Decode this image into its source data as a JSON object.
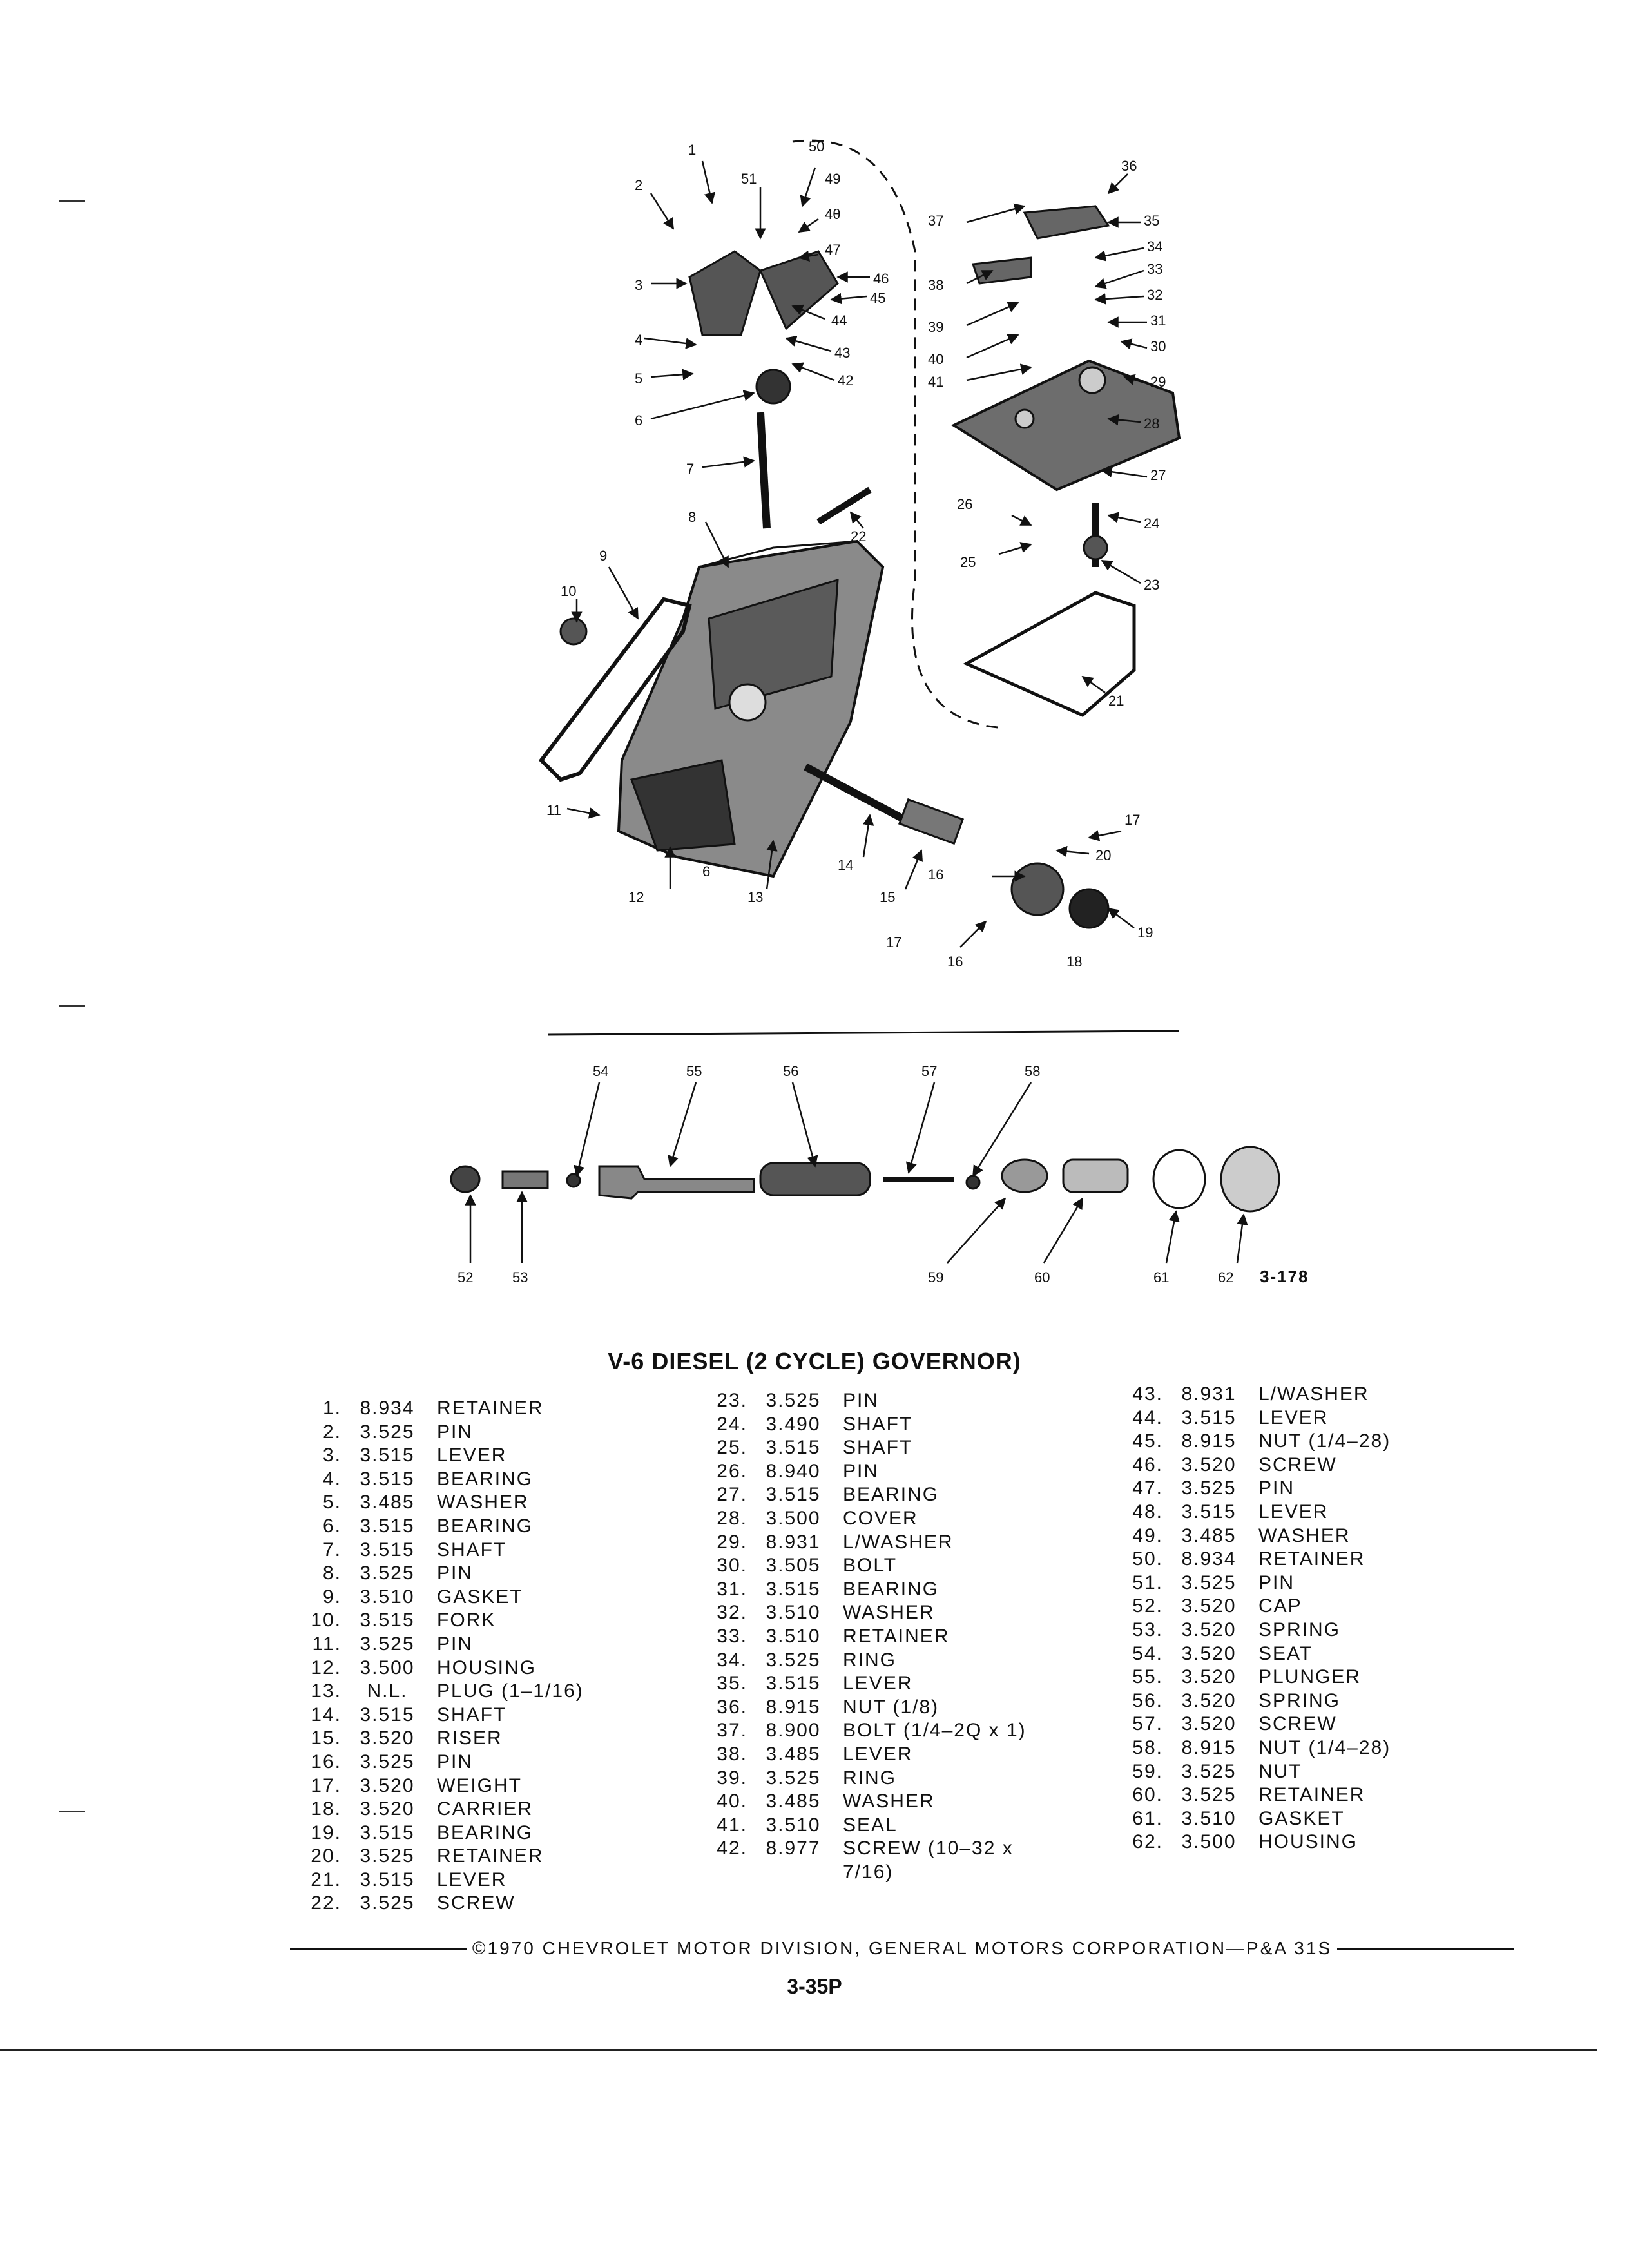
{
  "figure": {
    "callouts": {
      "1": "1",
      "2": "2",
      "3": "3",
      "4": "4",
      "5": "5",
      "6": "6",
      "6b": "6",
      "7": "7",
      "8": "8",
      "9": "9",
      "10": "10",
      "11": "11",
      "12": "12",
      "13": "13",
      "14": "14",
      "15": "15",
      "16": "16",
      "16b": "16",
      "17": "17",
      "17b": "17",
      "18": "18",
      "19": "19",
      "20": "20",
      "21": "21",
      "22": "22",
      "23": "23",
      "24": "24",
      "25": "25",
      "26": "26",
      "27": "27",
      "28": "28",
      "29": "29",
      "30": "30",
      "31": "31",
      "32": "32",
      "33": "33",
      "34": "34",
      "35": "35",
      "36": "36",
      "37": "37",
      "38": "38",
      "39": "39",
      "40": "40",
      "41": "41",
      "42": "42",
      "43": "43",
      "44": "44",
      "45": "45",
      "46": "46",
      "47": "47",
      "48": "4θ",
      "49": "49",
      "50": "50",
      "51": "51",
      "52": "52",
      "53": "53",
      "54": "54",
      "55": "55",
      "56": "56",
      "57": "57",
      "58": "58",
      "59": "59",
      "60": "60",
      "61": "61",
      "62": "62"
    },
    "figure_id": "3-178"
  },
  "title": "V-6 DIESEL (2 CYCLE) GOVERNOR)",
  "parts": [
    {
      "num": "1.",
      "code": "8.934",
      "name": "RETAINER"
    },
    {
      "num": "2.",
      "code": "3.525",
      "name": "PIN"
    },
    {
      "num": "3.",
      "code": "3.515",
      "name": "LEVER"
    },
    {
      "num": "4.",
      "code": "3.515",
      "name": "BEARING"
    },
    {
      "num": "5.",
      "code": "3.485",
      "name": "WASHER"
    },
    {
      "num": "6.",
      "code": "3.515",
      "name": "BEARING"
    },
    {
      "num": "7.",
      "code": "3.515",
      "name": "SHAFT"
    },
    {
      "num": "8.",
      "code": "3.525",
      "name": "PIN"
    },
    {
      "num": "9.",
      "code": "3.510",
      "name": "GASKET"
    },
    {
      "num": "10.",
      "code": "3.515",
      "name": "FORK"
    },
    {
      "num": "11.",
      "code": "3.525",
      "name": "PIN"
    },
    {
      "num": "12.",
      "code": "3.500",
      "name": "HOUSING"
    },
    {
      "num": "13.",
      "code": "N.L.",
      "name": "PLUG (1–1/16)"
    },
    {
      "num": "14.",
      "code": "3.515",
      "name": "SHAFT"
    },
    {
      "num": "15.",
      "code": "3.520",
      "name": "RISER"
    },
    {
      "num": "16.",
      "code": "3.525",
      "name": "PIN"
    },
    {
      "num": "17.",
      "code": "3.520",
      "name": "WEIGHT"
    },
    {
      "num": "18.",
      "code": "3.520",
      "name": "CARRIER"
    },
    {
      "num": "19.",
      "code": "3.515",
      "name": "BEARING"
    },
    {
      "num": "20.",
      "code": "3.525",
      "name": "RETAINER"
    },
    {
      "num": "21.",
      "code": "3.515",
      "name": "LEVER"
    },
    {
      "num": "22.",
      "code": "3.525",
      "name": "SCREW"
    },
    {
      "num": "23.",
      "code": "3.525",
      "name": "PIN"
    },
    {
      "num": "24.",
      "code": "3.490",
      "name": "SHAFT"
    },
    {
      "num": "25.",
      "code": "3.515",
      "name": "SHAFT"
    },
    {
      "num": "26.",
      "code": "8.940",
      "name": "PIN"
    },
    {
      "num": "27.",
      "code": "3.515",
      "name": "BEARING"
    },
    {
      "num": "28.",
      "code": "3.500",
      "name": "COVER"
    },
    {
      "num": "29.",
      "code": "8.931",
      "name": "L/WASHER"
    },
    {
      "num": "30.",
      "code": "3.505",
      "name": "BOLT"
    },
    {
      "num": "31.",
      "code": "3.515",
      "name": "BEARING"
    },
    {
      "num": "32.",
      "code": "3.510",
      "name": "WASHER"
    },
    {
      "num": "33.",
      "code": "3.510",
      "name": "RETAINER"
    },
    {
      "num": "34.",
      "code": "3.525",
      "name": "RING"
    },
    {
      "num": "35.",
      "code": "3.515",
      "name": "LEVER"
    },
    {
      "num": "36.",
      "code": "8.915",
      "name": "NUT (1/8)"
    },
    {
      "num": "37.",
      "code": "8.900",
      "name": "BOLT (1/4–2Q x 1)"
    },
    {
      "num": "38.",
      "code": "3.485",
      "name": "LEVER"
    },
    {
      "num": "39.",
      "code": "3.525",
      "name": "RING"
    },
    {
      "num": "40.",
      "code": "3.485",
      "name": "WASHER"
    },
    {
      "num": "41.",
      "code": "3.510",
      "name": "SEAL"
    },
    {
      "num": "42.",
      "code": "8.977",
      "name": "SCREW (10–32 x",
      "cont": "7/16)"
    },
    {
      "num": "43.",
      "code": "8.931",
      "name": "L/WASHER"
    },
    {
      "num": "44.",
      "code": "3.515",
      "name": "LEVER"
    },
    {
      "num": "45.",
      "code": "8.915",
      "name": "NUT (1/4–28)"
    },
    {
      "num": "46.",
      "code": "3.520",
      "name": "SCREW"
    },
    {
      "num": "47.",
      "code": "3.525",
      "name": "PIN"
    },
    {
      "num": "48.",
      "code": "3.515",
      "name": "LEVER"
    },
    {
      "num": "49.",
      "code": "3.485",
      "name": "WASHER"
    },
    {
      "num": "50.",
      "code": "8.934",
      "name": "RETAINER"
    },
    {
      "num": "51.",
      "code": "3.525",
      "name": "PIN"
    },
    {
      "num": "52.",
      "code": "3.520",
      "name": "CAP"
    },
    {
      "num": "53.",
      "code": "3.520",
      "name": "SPRING"
    },
    {
      "num": "54.",
      "code": "3.520",
      "name": "SEAT"
    },
    {
      "num": "55.",
      "code": "3.520",
      "name": "PLUNGER"
    },
    {
      "num": "56.",
      "code": "3.520",
      "name": "SPRING"
    },
    {
      "num": "57.",
      "code": "3.520",
      "name": "SCREW"
    },
    {
      "num": "58.",
      "code": "8.915",
      "name": "NUT (1/4–28)"
    },
    {
      "num": "59.",
      "code": "3.525",
      "name": "NUT"
    },
    {
      "num": "60.",
      "code": "3.525",
      "name": "RETAINER"
    },
    {
      "num": "61.",
      "code": "3.510",
      "name": "GASKET"
    },
    {
      "num": "62.",
      "code": "3.500",
      "name": "HOUSING"
    }
  ],
  "footer": "©1970 CHEVROLET MOTOR DIVISION, GENERAL MOTORS CORPORATION—P&A 31S",
  "page_number": "3-35P"
}
